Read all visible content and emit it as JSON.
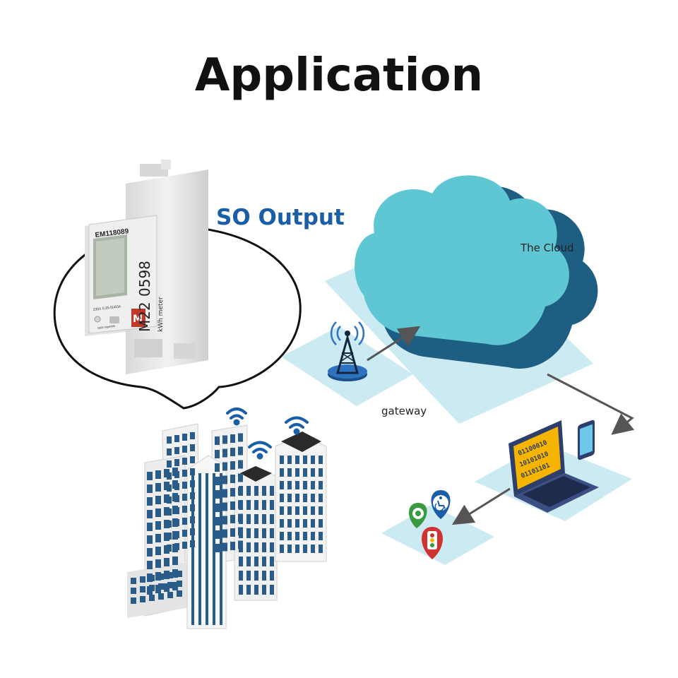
{
  "title": "Application",
  "so_output_label": "SO Output",
  "cloud_label": "The Cloud",
  "gateway_label": "gateway",
  "meter": {
    "model": "EM118089",
    "brand_mark": "M",
    "code": "M22",
    "serial": "0598",
    "rating": "230V  0.25-5(45)A",
    "impulse": "1000 imp/kWh",
    "unit": "kWh meter"
  },
  "laptop_screen_rows": [
    "01100010",
    "10101010",
    "01101101"
  ],
  "colors": {
    "title": "#111111",
    "so_output": "#1a5ea8",
    "cloud_top": "#5fc6d4",
    "cloud_side": "#1d5e82",
    "platform": "#bfe6ef",
    "arrow": "#555555",
    "laptop_screen": "#f5b400",
    "building_blue": "#2a5c8a"
  },
  "icons": [
    "signal-tower-icon",
    "cloud-icon",
    "laptop-icon",
    "phone-icon",
    "map-pin-icon",
    "wheelchair-icon",
    "traffic-light-icon",
    "wifi-icon"
  ]
}
